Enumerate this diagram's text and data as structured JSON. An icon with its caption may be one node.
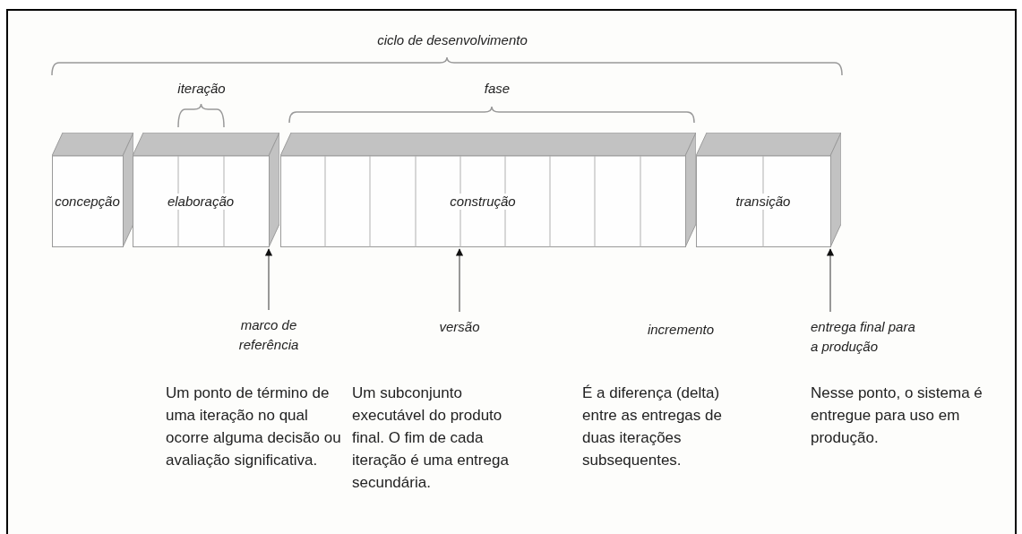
{
  "diagram": {
    "nodes": [
      {
        "text": [
          "concepção"
        ]
      },
      {
        "text": [
          "elaboração"
        ]
      },
      {
        "text": [
          "construção"
        ]
      },
      {
        "text": [
          "transição"
        ]
      },
      {
        "text": [
          "marco de referência"
        ]
      },
      {
        "text": [
          "versão"
        ]
      },
      {
        "text": [
          "entrega final para a produção"
        ]
      }
    ],
    "edges": [
      {
        "from": 4,
        "to": 1,
        "arrow": "to"
      },
      {
        "from": 5,
        "to": 2,
        "arrow": "to"
      },
      {
        "from": 6,
        "to": 3,
        "arrow": "to"
      }
    ],
    "labels": [
      "ciclo de desenvolvimento",
      "iteração",
      "fase",
      "incremento",
      "Um ponto de término de uma iteração no qual ocorre alguma decisão ou avaliação significativa.",
      "Um subconjunto executável do produto final. O fim de cada iteração é uma entrega secundária.",
      "É a diferença (delta) entre as entregas de duas iterações subsequentes.",
      "Nesse ponto, o sistema é entregue para uso em produção."
    ]
  }
}
